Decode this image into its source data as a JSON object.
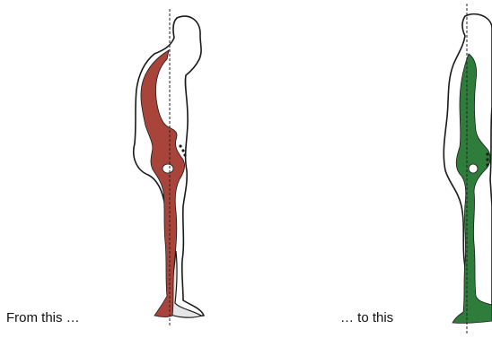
{
  "captions": {
    "before": "From this …",
    "after": "… to this"
  },
  "figures": {
    "before": {
      "posture": "slouched",
      "spine_color": "#a8443a"
    },
    "after": {
      "posture": "aligned",
      "spine_color": "#2f7d3b"
    }
  },
  "colors": {
    "outline": "#1a1a1a",
    "plumb_line": "#222222",
    "background": "#ffffff"
  }
}
